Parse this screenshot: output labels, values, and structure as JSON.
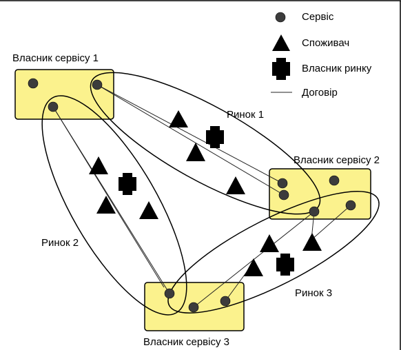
{
  "legend": {
    "service": "Сервіс",
    "consumer": "Споживач",
    "market_owner": "Власник ринку",
    "contract": "Договір"
  },
  "service_owners": [
    {
      "label": "Власник сервісу 1"
    },
    {
      "label": "Власник сервісу 2"
    },
    {
      "label": "Власник сервісу 3"
    }
  ],
  "markets": [
    {
      "label": "Ринок 1"
    },
    {
      "label": "Ринок 2"
    },
    {
      "label": "Ринок 3"
    }
  ],
  "colors": {
    "owner_fill": "#fbf28d",
    "node": "#3c3c3c",
    "ink": "#000000"
  }
}
